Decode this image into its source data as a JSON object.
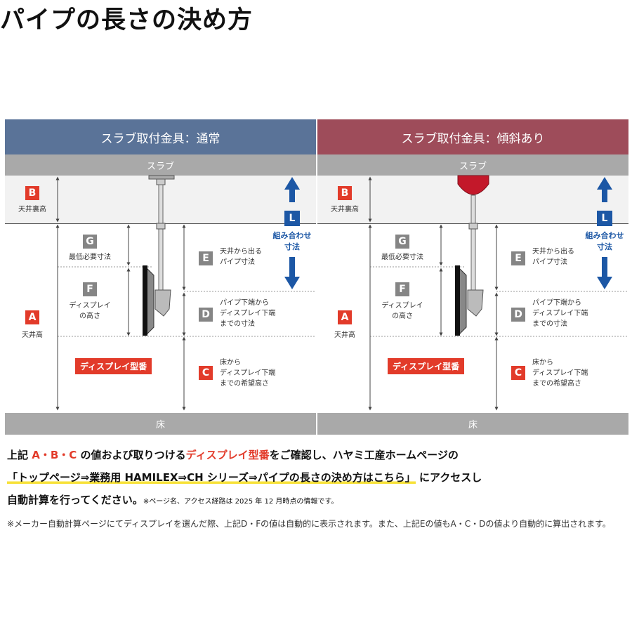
{
  "title": "パイプの長さの決め方",
  "panels": [
    {
      "header": "スラブ取付金具：通常",
      "header_color": "#5a7398",
      "slab": "スラブ",
      "floor": "床",
      "labels": {
        "B": "B",
        "B_desc": "天井裏高",
        "A": "A",
        "A_desc": "天井高",
        "G": "G",
        "G_desc": "最低必要寸法",
        "F": "F",
        "F_desc1": "ディスプレイ",
        "F_desc2": "の高さ",
        "E": "E",
        "E_desc1": "天井から出る",
        "E_desc2": "パイプ寸法",
        "D": "D",
        "D_desc1": "パイプ下端から",
        "D_desc2": "ディスプレイ下端",
        "D_desc3": "までの寸法",
        "C": "C",
        "C_desc1": "床から",
        "C_desc2": "ディスプレイ下端",
        "C_desc3": "までの希望高さ",
        "L": "L",
        "L_desc1": "組み合わせ",
        "L_desc2": "寸法",
        "badge": "ディスプレイ型番"
      }
    },
    {
      "header": "スラブ取付金具：傾斜あり",
      "header_color": "#9e4c5a",
      "slab": "スラブ",
      "floor": "床",
      "labels": {
        "B": "B",
        "B_desc": "天井裏高",
        "A": "A",
        "A_desc": "天井高",
        "G": "G",
        "G_desc": "最低必要寸法",
        "F": "F",
        "F_desc1": "ディスプレイ",
        "F_desc2": "の高さ",
        "E": "E",
        "E_desc1": "天井から出る",
        "E_desc2": "パイプ寸法",
        "D": "D",
        "D_desc1": "パイプ下端から",
        "D_desc2": "ディスプレイ下端",
        "D_desc3": "までの寸法",
        "C": "C",
        "C_desc1": "床から",
        "C_desc2": "ディスプレイ下端",
        "C_desc3": "までの希望高さ",
        "L": "L",
        "L_desc1": "組み合わせ",
        "L_desc2": "寸法",
        "badge": "ディスプレイ型番"
      }
    }
  ],
  "note": {
    "p1": "上記 ",
    "abc": "A・B・C",
    "p2": " の値および取りつける",
    "model": "ディスプレイ型番",
    "p3": "をご確認し、ハヤミ工産ホームページの",
    "path": "「トップページ⇒業務用 HAMILEX⇒CH シリーズ⇒パイプの長さの決め方はこちら」",
    "p4": " にアクセスし",
    "p5": "自動計算を行ってください。",
    "small": "※ページ名、アクセス経路は 2025 年 12 月時点の情報です。"
  },
  "footnote": "※メーカー自動計算ページにてディスプレイを選んだ際、上記D・Fの値は自動的に表示されます。また、上記Eの値もA・C・Dの値より自動的に算出されます。",
  "colors": {
    "accent_red": "#e23b2a",
    "gray_box": "#858585",
    "arrow_blue": "#1c57a5",
    "highlight": "#f7e23a",
    "mount_red": "#c3182a"
  }
}
